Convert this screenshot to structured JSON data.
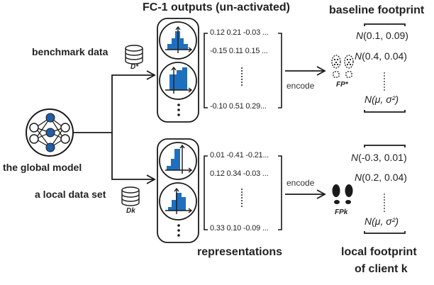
{
  "title_fc1": "FC-1 outputs (un-activated)",
  "title_baseline": "baseline footprint",
  "label_benchmark": "benchmark data",
  "label_benchmark_symbol": "D*",
  "label_global_model": "the global model",
  "label_local_data": "a local data set",
  "label_local_symbol": "Dk",
  "label_representations": "representations",
  "label_local_footprint_line1": "local footprint",
  "label_local_footprint_line2": "of client k",
  "encode_label": "encode",
  "fp_baseline_label": "FP*",
  "fp_local_label": "FPk",
  "benchmark_matrix": {
    "row1": "0.12 0.21 -0.03 ...",
    "row2": "-0.15 0.11 0.15 ...",
    "rowN": "-0.10 0.51 0.29..."
  },
  "local_matrix": {
    "row1": "0.01 -0.41 -0.21...",
    "row2": "0.12 0.34 -0.03 ...",
    "rowN": "0.33 0.10 -0.09 ..."
  },
  "baseline_gaussians": [
    {
      "n": "N",
      "args": "(0.1, 0.09)"
    },
    {
      "n": "N",
      "args": "(0.4, 0.04)"
    },
    {
      "n": "N",
      "args": "(μ, σ²)"
    }
  ],
  "local_gaussians": [
    {
      "n": "N",
      "args": "(-0.3, 0.01)"
    },
    {
      "n": "N",
      "args": "(0.2, 0.04)"
    },
    {
      "n": "N",
      "args": "(μ, σ²)"
    }
  ],
  "colors": {
    "accent_blue": "#1f6fbf",
    "line": "#1a1a1a"
  }
}
